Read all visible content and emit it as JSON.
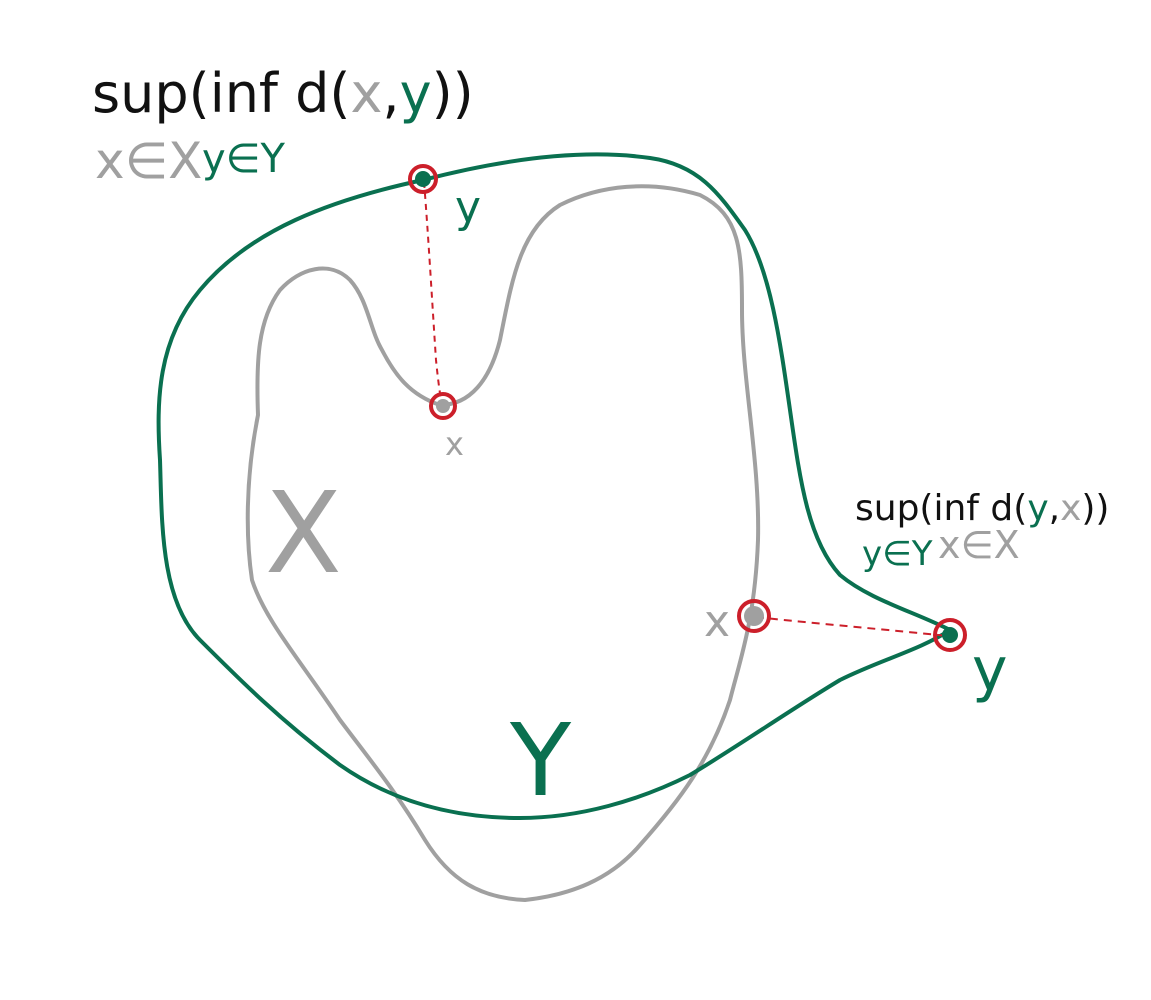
{
  "colors": {
    "set_x": "#a0a0a0",
    "set_y": "#0a7050",
    "highlight": "#cc1f2a",
    "ink": "#111111",
    "background": "#ffffff"
  },
  "formula_top": {
    "prefix": "sup(inf d(",
    "var1": "x",
    "comma": ",",
    "var2": "y",
    "suffix": "))",
    "sub_x": "x∈X",
    "sub_y": "y∈Y"
  },
  "formula_right": {
    "prefix": "sup(inf d(",
    "var1": "y",
    "comma": ",",
    "var2": "x",
    "suffix": "))",
    "sub_y": "y∈Y",
    "sub_x": "x∈X"
  },
  "labels": {
    "point_y_top": "y",
    "point_x_mid": "x",
    "point_x_right": "x",
    "point_y_right": "y",
    "set_x_name": "X",
    "set_y_name": "Y"
  }
}
